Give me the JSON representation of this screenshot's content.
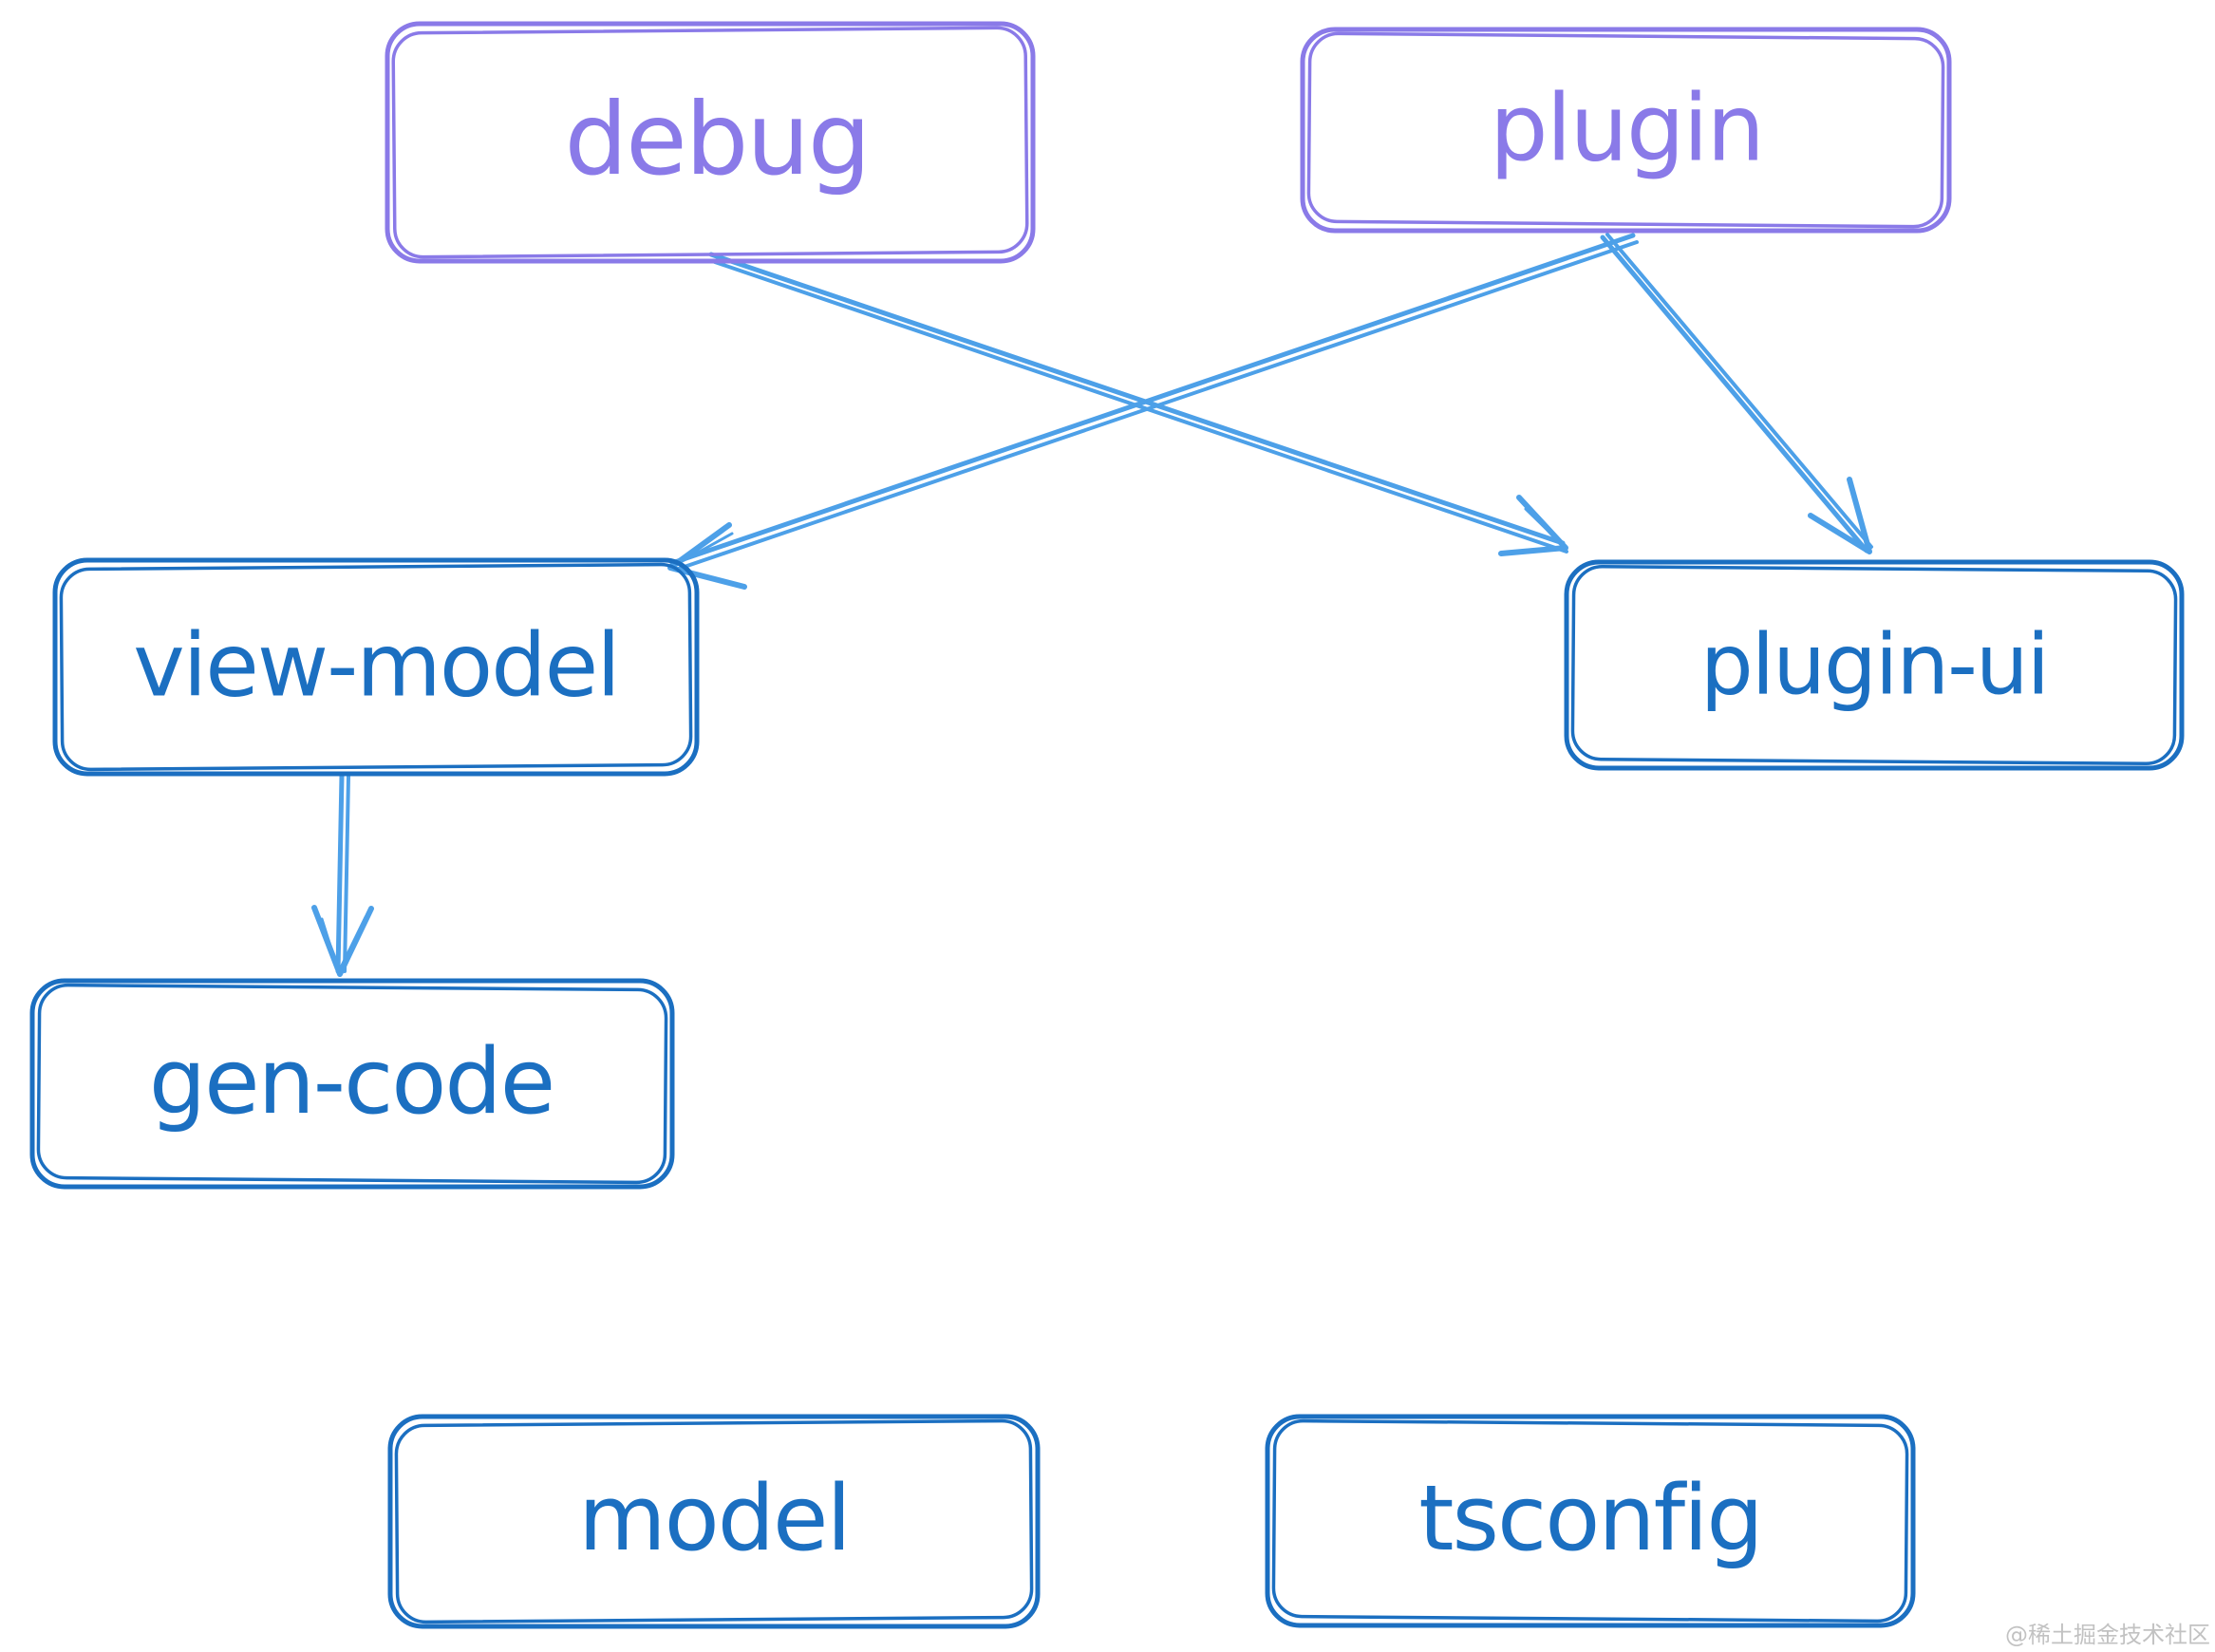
{
  "diagram": {
    "type": "dependency-graph",
    "style": "hand-drawn-sketch",
    "nodes": {
      "debug": {
        "label": "debug",
        "color": "#8a7ae8"
      },
      "plugin": {
        "label": "plugin",
        "color": "#8a7ae8"
      },
      "view_model": {
        "label": "view-model",
        "color": "#1b6fc1"
      },
      "plugin_ui": {
        "label": "plugin-ui",
        "color": "#1b6fc1"
      },
      "gen_code": {
        "label": "gen-code",
        "color": "#1b6fc1"
      },
      "model": {
        "label": "model",
        "color": "#1b6fc1"
      },
      "tsconfig": {
        "label": "tsconfig",
        "color": "#1b6fc1"
      }
    },
    "edges": [
      {
        "from": "debug",
        "to": "plugin-ui"
      },
      {
        "from": "plugin",
        "to": "view-model"
      },
      {
        "from": "plugin",
        "to": "plugin-ui"
      },
      {
        "from": "view-model",
        "to": "gen-code"
      }
    ],
    "colors": {
      "top_level_node": "#8a7ae8",
      "module_node": "#1b6fc1",
      "arrow": "#4da0e8",
      "background": "#ffffff",
      "watermark": "#c2c2c2"
    },
    "watermark": "@稀土掘金技术社区"
  }
}
